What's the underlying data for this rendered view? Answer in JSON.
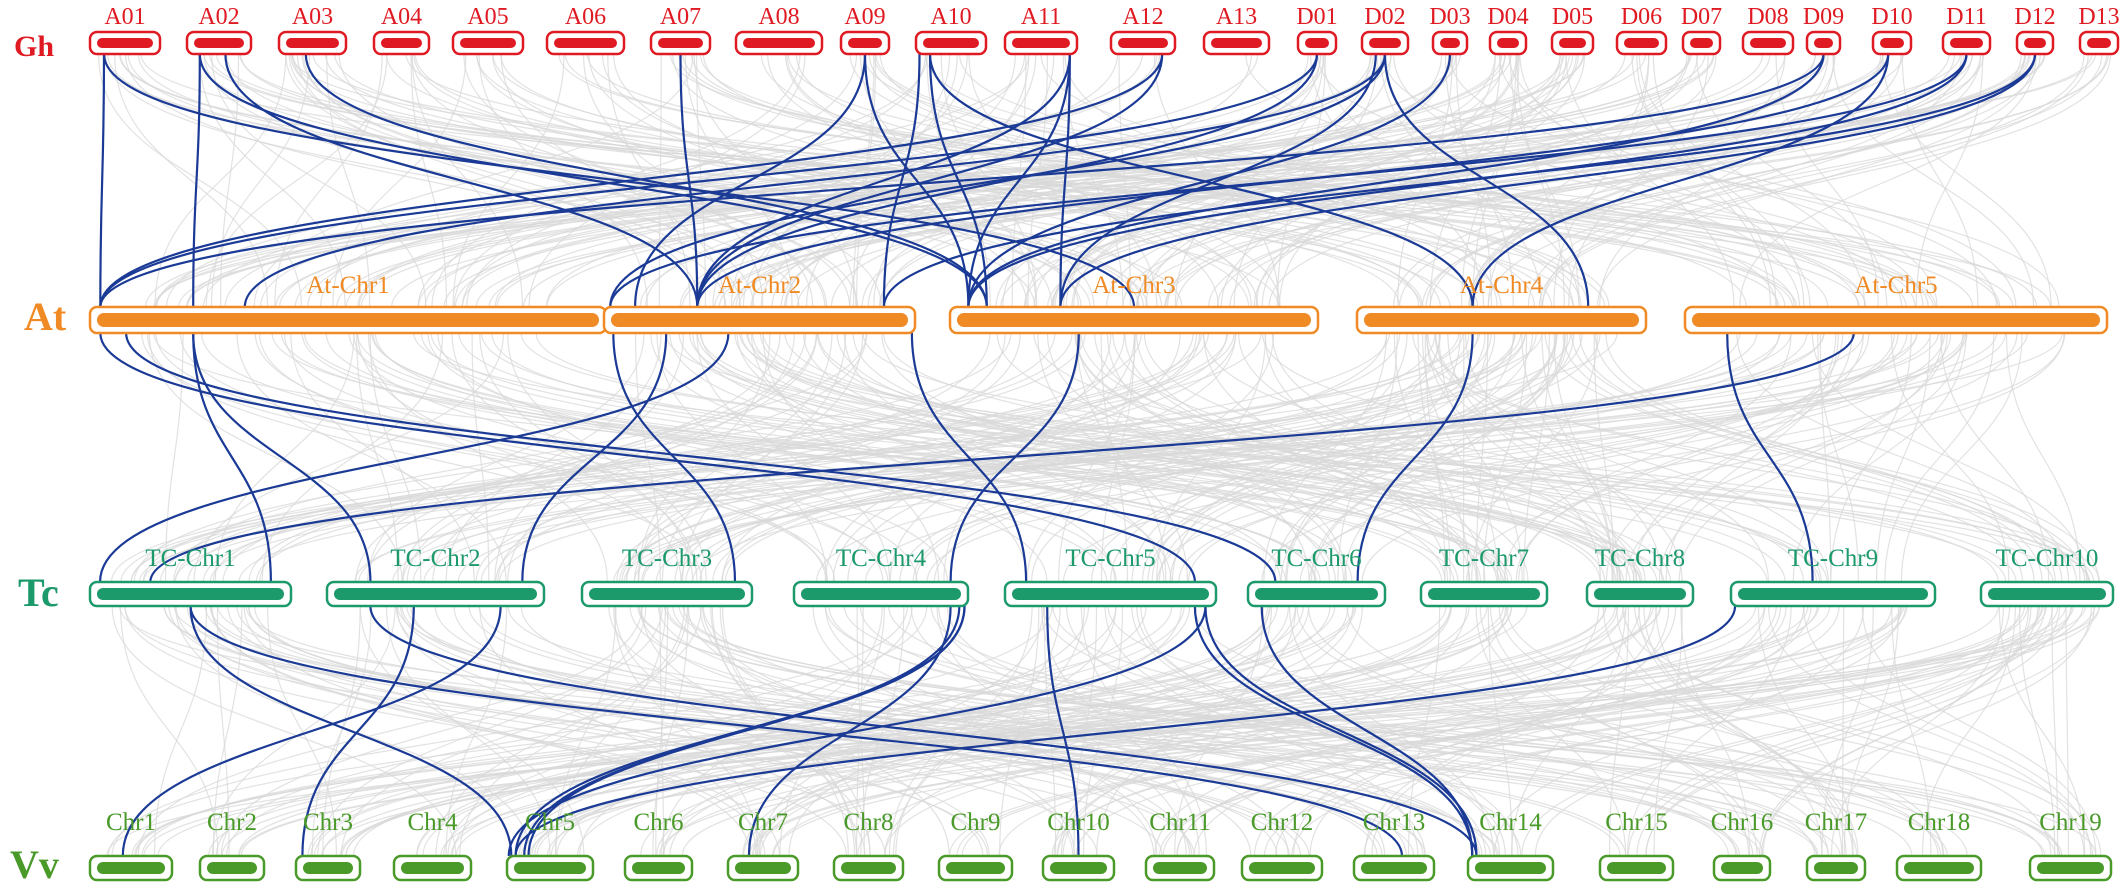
{
  "colors": {
    "gh": "#e01a22",
    "at": "#f08a24",
    "tc": "#1d9a6c",
    "vv": "#4a9a2a",
    "highlight": "#1a3a96",
    "background_links": "#d8d8d8"
  },
  "tracks": [
    {
      "id": "gh",
      "species": "Gh",
      "show_chr_labels": true,
      "chromosomes": [
        "A01",
        "A02",
        "A03",
        "A04",
        "A05",
        "A06",
        "A07",
        "A08",
        "A09",
        "A10",
        "A11",
        "A12",
        "A13",
        "D01",
        "D02",
        "D03",
        "D04",
        "D05",
        "D06",
        "D07",
        "D08",
        "D09",
        "D10",
        "D11",
        "D12",
        "D13"
      ]
    },
    {
      "id": "at",
      "species": "At",
      "show_chr_labels": true,
      "chromosomes": [
        "At-Chr1",
        "At-Chr2",
        "At-Chr3",
        "At-Chr4",
        "At-Chr5"
      ]
    },
    {
      "id": "tc",
      "species": "Tc",
      "show_chr_labels": true,
      "chromosomes": [
        "TC-Chr1",
        "TC-Chr2",
        "TC-Chr3",
        "TC-Chr4",
        "TC-Chr5",
        "TC-Chr6",
        "TC-Chr7",
        "TC-Chr8",
        "TC-Chr9",
        "TC-Chr10"
      ]
    },
    {
      "id": "vv",
      "species": "Vv",
      "show_chr_labels": true,
      "chromosomes": [
        "Chr1",
        "Chr2",
        "Chr3",
        "Chr4",
        "Chr5",
        "Chr6",
        "Chr7",
        "Chr8",
        "Chr9",
        "Chr10",
        "Chr11",
        "Chr12",
        "Chr13",
        "Chr14",
        "Chr15",
        "Chr16",
        "Chr17",
        "Chr18",
        "Chr19"
      ]
    }
  ]
}
